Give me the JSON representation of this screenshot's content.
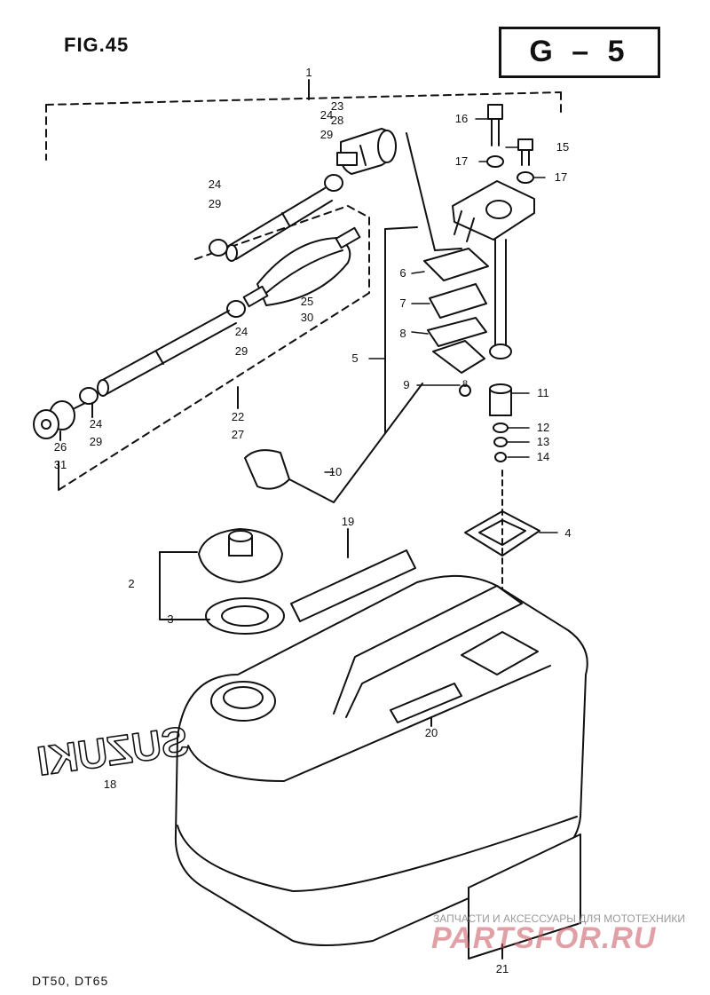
{
  "figure": "FIG.45",
  "section_code": "G – 5",
  "models": "DT50, DT65",
  "brand_decal": "SUZUKI",
  "watermark": {
    "caption": "ЗАПЧАСТИ И АКСЕССУАРЫ ДЛЯ МОТОТЕХНИКИ",
    "logo": "PARTSFOR.RU"
  },
  "callouts": {
    "c1": "1",
    "c2": "2",
    "c3": "3",
    "c4": "4",
    "c5": "5",
    "c6": "6",
    "c7": "7",
    "c8": "8",
    "c9": "9",
    "c10": "10",
    "c11": "11",
    "c12": "12",
    "c13": "13",
    "c14": "14",
    "c15": "15",
    "c16": "16",
    "c17a": "17",
    "c17b": "17",
    "c18": "18",
    "c19": "19",
    "c20": "20",
    "c21": "21",
    "c22": "22",
    "c23": "23",
    "c24a": "24",
    "c24b": "24",
    "c24c": "24",
    "c24d": "24",
    "c25": "25",
    "c26": "26",
    "c27": "27",
    "c28": "28",
    "c29a": "29",
    "c29b": "29",
    "c29c": "29",
    "c29d": "29",
    "c30": "30",
    "c31": "31",
    "c8b": "8"
  }
}
